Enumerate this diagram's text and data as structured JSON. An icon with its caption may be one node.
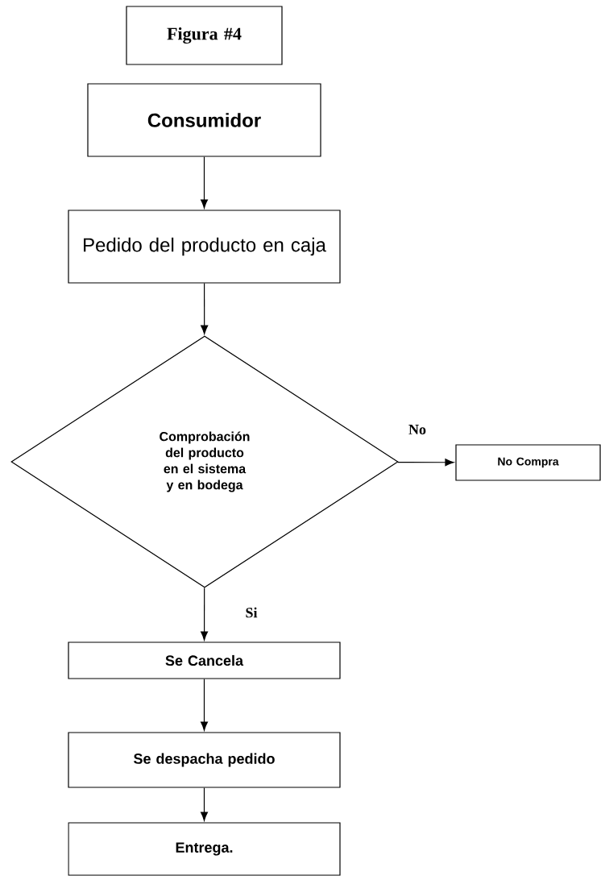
{
  "diagram": {
    "nodes": [
      {
        "text": [
          "Figura  #4"
        ]
      },
      {
        "text": [
          "Consumidor"
        ]
      },
      {
        "text": [
          "Pedido del producto en caja"
        ]
      },
      {
        "text": [
          "Comprobación del producto en el sistema y en bodega"
        ]
      },
      {
        "text": [
          "No Compra"
        ]
      },
      {
        "text": [
          "Se Cancela"
        ]
      },
      {
        "text": [
          "Se despacha pedido"
        ]
      },
      {
        "text": [
          "Entrega."
        ]
      }
    ],
    "edges": [
      {
        "from": 1,
        "to": 2,
        "arrow": "to"
      },
      {
        "from": 2,
        "to": 3,
        "arrow": "to"
      },
      {
        "from": 3,
        "to": 4,
        "arrow": "to",
        "label": "No"
      },
      {
        "from": 3,
        "to": 5,
        "arrow": "to",
        "label": "Si"
      },
      {
        "from": 5,
        "to": 6,
        "arrow": "to"
      },
      {
        "from": 6,
        "to": 7,
        "arrow": "to"
      }
    ]
  }
}
